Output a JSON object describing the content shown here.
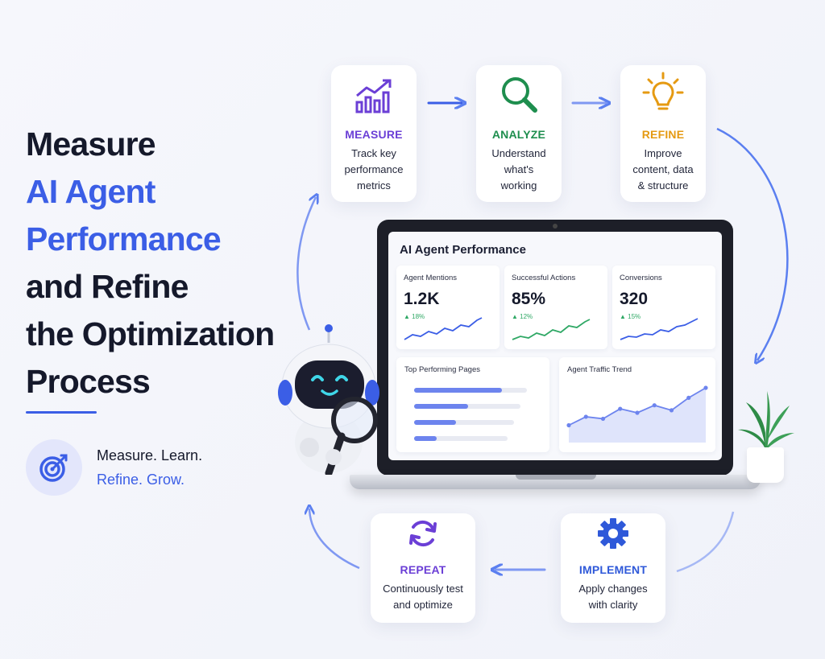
{
  "headline": {
    "line1": "Measure",
    "line2": "AI Agent",
    "line3": "Performance",
    "line4": "and Refine",
    "line5": "the Optimization",
    "line6": "Process"
  },
  "tagline": {
    "line1": "Measure. Learn.",
    "line2": "Refine. Grow."
  },
  "steps": {
    "measure": {
      "title": "MEASURE",
      "desc1": "Track key",
      "desc2": "performance",
      "desc3": "metrics",
      "color": "#6b3fd6",
      "icon": "bar-chart-growth-icon"
    },
    "analyze": {
      "title": "ANALYZE",
      "desc1": "Understand",
      "desc2": "what's",
      "desc3": "working",
      "color": "#1e8e4e",
      "icon": "magnifier-icon"
    },
    "refine": {
      "title": "REFINE",
      "desc1": "Improve",
      "desc2": "content, data",
      "desc3": "& structure",
      "color": "#e59a12",
      "icon": "lightbulb-icon"
    },
    "implement": {
      "title": "IMPLEMENT",
      "desc1": "Apply changes",
      "desc2": "with clarity",
      "color": "#2f59d9",
      "icon": "gear-icon"
    },
    "repeat": {
      "title": "REPEAT",
      "desc1": "Continuously test",
      "desc2": "and optimize",
      "color": "#6b3fd6",
      "icon": "refresh-icon"
    }
  },
  "dashboard": {
    "title": "AI Agent Performance",
    "metrics": [
      {
        "label": "Agent Mentions",
        "value": "1.2K",
        "change": "▲ 18%",
        "color": "#3b5ee6"
      },
      {
        "label": "Successful Actions",
        "value": "85%",
        "change": "▲ 12%",
        "color": "#2fa865"
      },
      {
        "label": "Conversions",
        "value": "320",
        "change": "▲ 15%",
        "color": "#3b5ee6"
      }
    ],
    "top_pages": {
      "label": "Top Performing Pages",
      "bars": [
        0.78,
        0.48,
        0.37,
        0.2
      ]
    },
    "traffic": {
      "label": "Agent Traffic Trend",
      "points": [
        0.25,
        0.42,
        0.38,
        0.58,
        0.5,
        0.65,
        0.55,
        0.8,
        1.0
      ]
    }
  },
  "colors": {
    "accent": "#3b5ee6",
    "arrow": "#5b7ff0"
  }
}
